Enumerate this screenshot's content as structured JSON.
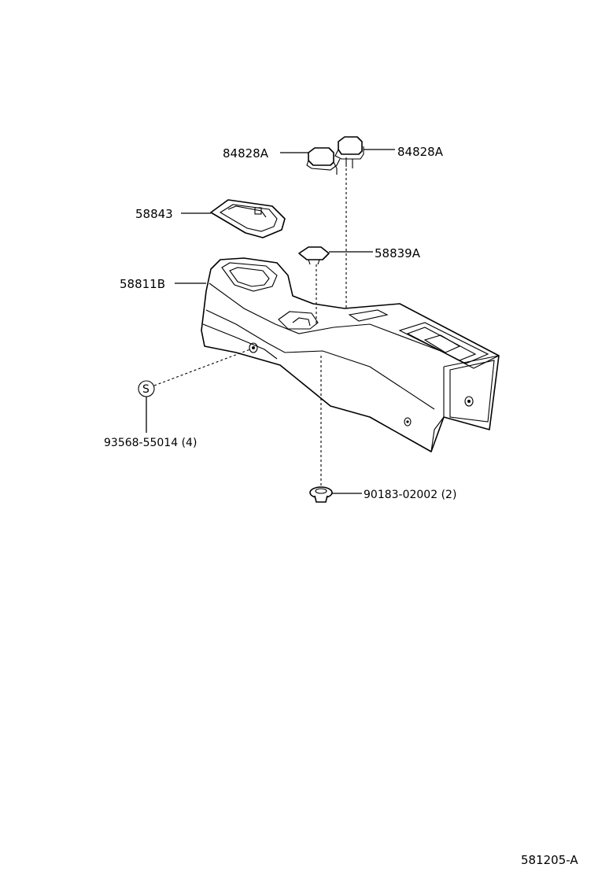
{
  "diagram": {
    "labels": {
      "clip_left": "84828A",
      "clip_right": "84828A",
      "bezel": "58843",
      "plug": "58839A",
      "console": "58811B",
      "screw_symbol": "S",
      "screw": "93568-55014 (4)",
      "grommet": "90183-02002 (2)",
      "figure_code": "581205-A"
    }
  }
}
